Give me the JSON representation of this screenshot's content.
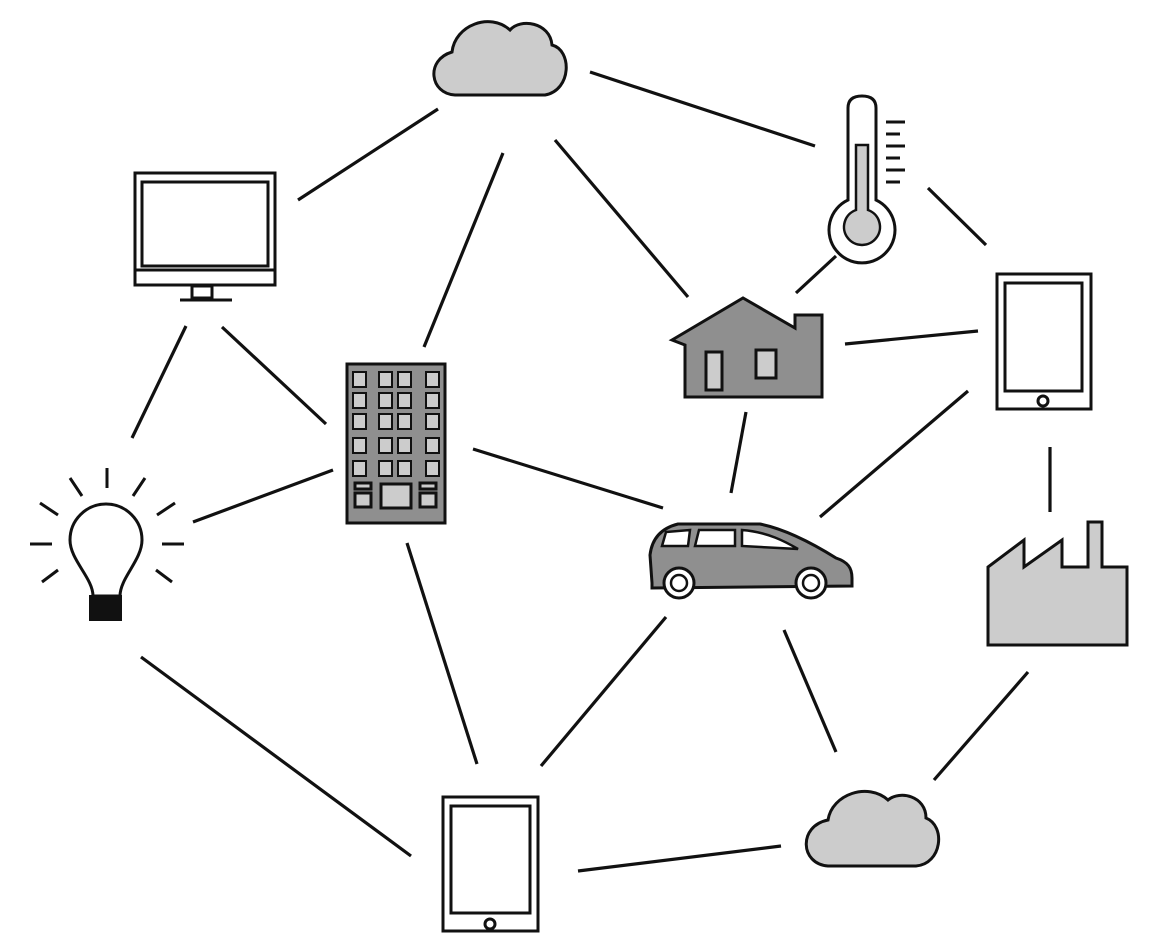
{
  "diagram": {
    "kind": "network",
    "nodes": [
      {
        "id": "cloud-top",
        "icon": "cloud-icon"
      },
      {
        "id": "thermometer",
        "icon": "thermometer-icon"
      },
      {
        "id": "monitor",
        "icon": "monitor-icon"
      },
      {
        "id": "house",
        "icon": "house-icon"
      },
      {
        "id": "tablet-right",
        "icon": "tablet-icon"
      },
      {
        "id": "office-building",
        "icon": "building-icon"
      },
      {
        "id": "light-bulb",
        "icon": "light-bulb-icon"
      },
      {
        "id": "car",
        "icon": "car-icon"
      },
      {
        "id": "factory",
        "icon": "factory-icon"
      },
      {
        "id": "tablet-bottom",
        "icon": "tablet-icon"
      },
      {
        "id": "cloud-bottom",
        "icon": "cloud-icon"
      }
    ],
    "edges": [
      [
        "cloud-top",
        "thermometer"
      ],
      [
        "cloud-top",
        "monitor"
      ],
      [
        "cloud-top",
        "office-building"
      ],
      [
        "cloud-top",
        "house"
      ],
      [
        "thermometer",
        "house"
      ],
      [
        "thermometer",
        "tablet-right"
      ],
      [
        "monitor",
        "light-bulb"
      ],
      [
        "monitor",
        "office-building"
      ],
      [
        "house",
        "tablet-right"
      ],
      [
        "house",
        "car"
      ],
      [
        "tablet-right",
        "car"
      ],
      [
        "tablet-right",
        "factory"
      ],
      [
        "office-building",
        "light-bulb"
      ],
      [
        "office-building",
        "car"
      ],
      [
        "office-building",
        "tablet-bottom"
      ],
      [
        "light-bulb",
        "tablet-bottom"
      ],
      [
        "car",
        "tablet-bottom"
      ],
      [
        "car",
        "cloud-bottom"
      ],
      [
        "factory",
        "cloud-bottom"
      ],
      [
        "tablet-bottom",
        "cloud-bottom"
      ]
    ],
    "colors": {
      "line": "#111111",
      "light_fill": "#cccccc",
      "dark_fill": "#8f8f8f",
      "white": "#ffffff"
    }
  }
}
